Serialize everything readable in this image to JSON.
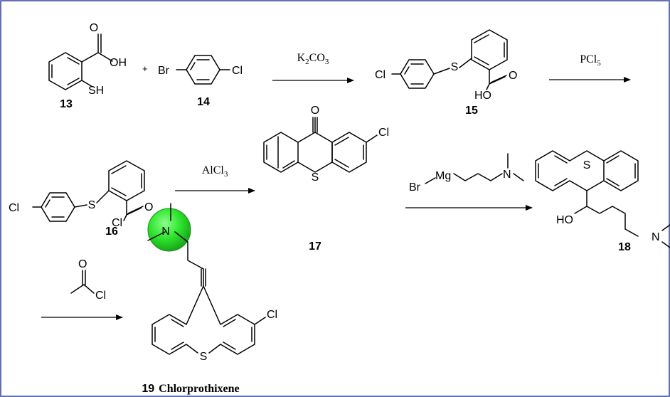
{
  "compounds": {
    "c13": {
      "number": "13",
      "atoms": {
        "o": "O",
        "oh": "OH",
        "sh": "SH"
      }
    },
    "c14": {
      "number": "14",
      "atoms": {
        "br": "Br",
        "cl": "Cl"
      }
    },
    "c15": {
      "number": "15",
      "atoms": {
        "cl": "Cl",
        "s": "S",
        "o": "O",
        "ho": "HO"
      }
    },
    "c16": {
      "number": "16",
      "atoms": {
        "cl": "Cl",
        "s": "S",
        "o": "O",
        "cl2": "Cl"
      }
    },
    "c17": {
      "number": "17",
      "atoms": {
        "o": "O",
        "cl": "Cl",
        "s": "S"
      }
    },
    "c18": {
      "number": "18",
      "atoms": {
        "s": "S",
        "ho": "HO",
        "n": "N"
      }
    },
    "c19": {
      "number": "19",
      "name": "Chlorprothixene",
      "atoms": {
        "n": "N",
        "cl": "Cl",
        "s": "S"
      }
    },
    "grignard": {
      "br": "Br",
      "mg": "Mg",
      "n": "N"
    },
    "acetyl_chloride": {
      "o": "O",
      "cl": "Cl"
    }
  },
  "reagents": {
    "k2co3": {
      "a": "K",
      "a_sub": "2",
      "b": "CO",
      "b_sub": "3"
    },
    "pcl5": {
      "a": "PCl",
      "a_sub": "5"
    },
    "alcl3": {
      "a": "AlCl",
      "a_sub": "3"
    }
  },
  "plus": "+",
  "colors": {
    "frame": "#2f3f9e",
    "highlight": "#2ee52e",
    "highlight_edge": "#1a8f1a"
  }
}
